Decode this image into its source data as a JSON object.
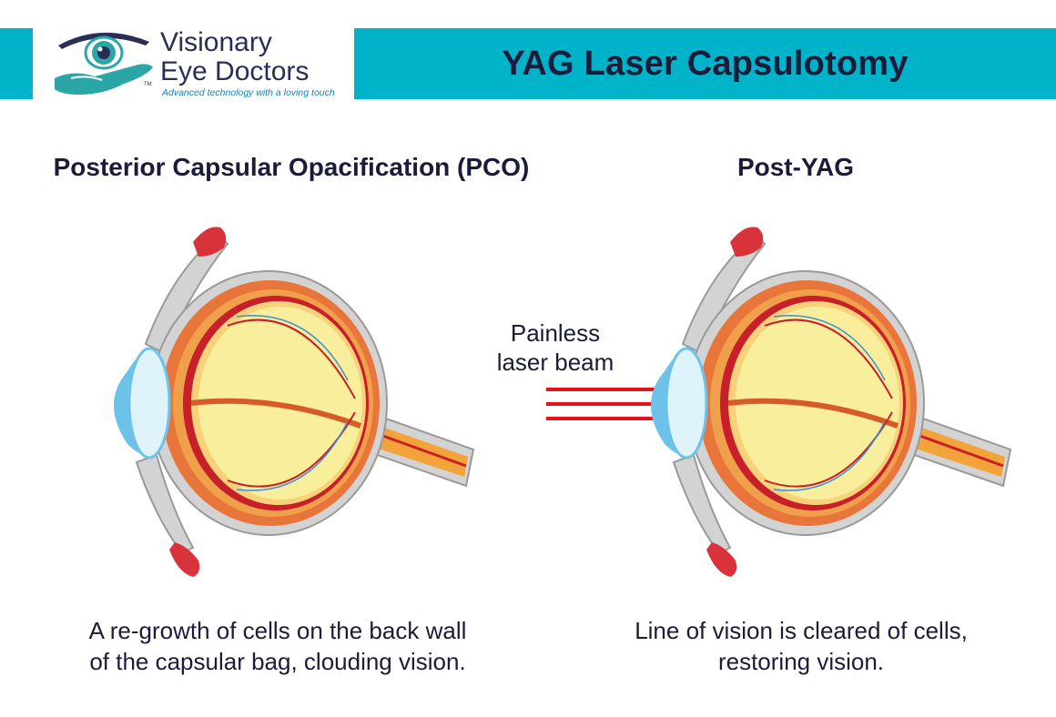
{
  "header": {
    "title": "YAG Laser Capsulotomy",
    "band_color": "#00b3c8"
  },
  "logo": {
    "line1": "Visionary",
    "line2": "Eye Doctors",
    "tagline": "Advanced technology with a loving touch",
    "tm": "TM",
    "icon": "eye-in-hand-icon",
    "colors": {
      "teal": "#2aa6a6",
      "navy": "#2a2d56"
    }
  },
  "left_panel": {
    "heading": "Posterior Capsular Opacification (PCO)",
    "caption_line1": "A re-growth of cells on the back wall",
    "caption_line2": "of the capsular bag, clouding vision."
  },
  "right_panel": {
    "heading": "Post-YAG",
    "caption_line1": "Line of vision is cleared of cells,",
    "caption_line2": "restoring vision."
  },
  "laser": {
    "label_line1": "Painless",
    "label_line2": "laser beam",
    "beam_color": "#e3131b"
  },
  "eye_colors": {
    "sclera": "#d3d3d3",
    "choroid": "#e8763a",
    "retina_red": "#c8202a",
    "vitreous": "#f8ee9c",
    "lens": "#dff3fb",
    "cornea": "#6cc2e8",
    "muscle": "#d8333b"
  }
}
